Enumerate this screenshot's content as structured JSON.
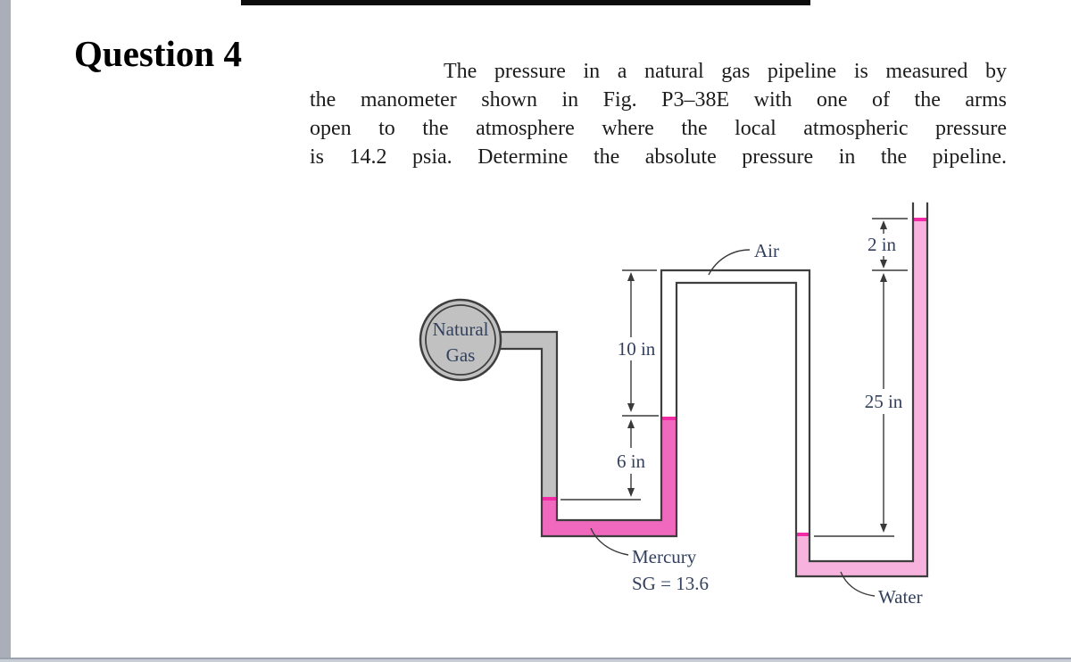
{
  "page": {
    "title": "Question 4"
  },
  "problem": {
    "lines": [
      "The pressure in a natural gas pipeline is measured by",
      "the manometer shown in Fig. P3–38E with one of the arms",
      "open to the atmosphere where the local atmospheric pressure",
      "is 14.2 psia. Determine the absolute pressure in the pipeline."
    ]
  },
  "diagram": {
    "labels": {
      "reservoir_line1": "Natural",
      "reservoir_line2": "Gas",
      "air": "Air",
      "mercury": "Mercury",
      "mercury_sg": "SG = 13.6",
      "water": "Water",
      "dim_10in": "10 in",
      "dim_6in": "6 in",
      "dim_2in": "2 in",
      "dim_25in": "25 in"
    },
    "colors": {
      "gas_gray": "#c1c1c1",
      "mercury_pink": "#f069be",
      "surface_magenta": "#f22aa6",
      "water_pink": "#f8b2de",
      "wall": "#3e3e3e",
      "label_text": "#33405e",
      "dim_line": "#3a3a3a"
    }
  }
}
